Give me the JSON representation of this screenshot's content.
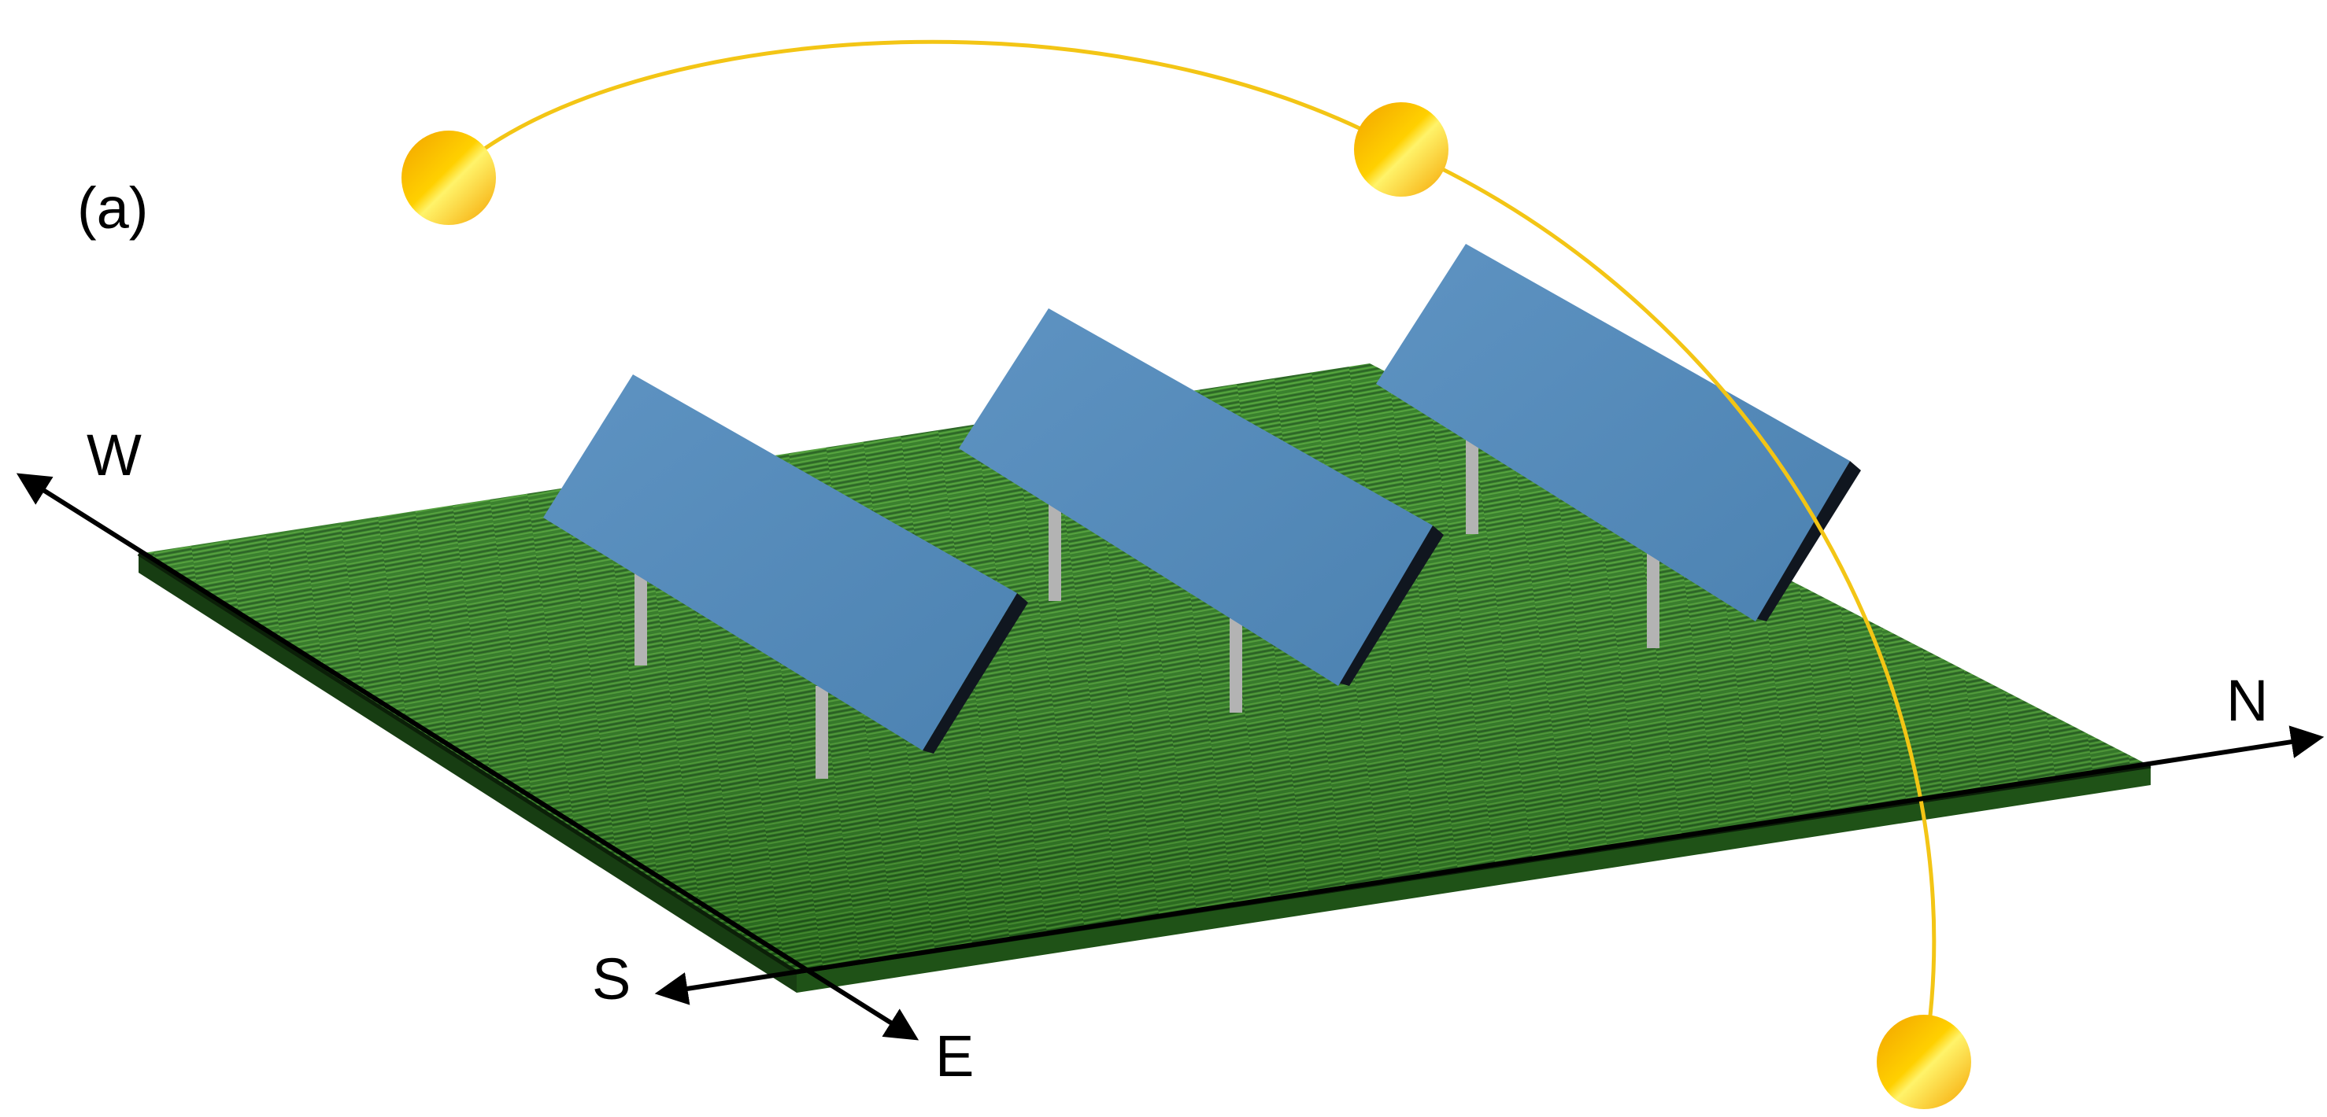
{
  "figure": {
    "panel_label": "(a)"
  },
  "compass": {
    "west": "W",
    "north": "N",
    "south": "S",
    "east": "E"
  },
  "colors": {
    "background": "#ffffff",
    "ground_light": "#3f8f2c",
    "ground_dark": "#1f5b17",
    "ground_edge": "#16300f",
    "panel_face": "#5389b8",
    "panel_edge": "#10161f",
    "post": "#b3b3b3",
    "sun_path": "#f3c515",
    "sun_core": "#ffe54a",
    "sun_rim": "#f2a200",
    "arrow": "#000000"
  },
  "elements": {
    "solar_panel_count": 3,
    "sun_position_count": 3
  }
}
